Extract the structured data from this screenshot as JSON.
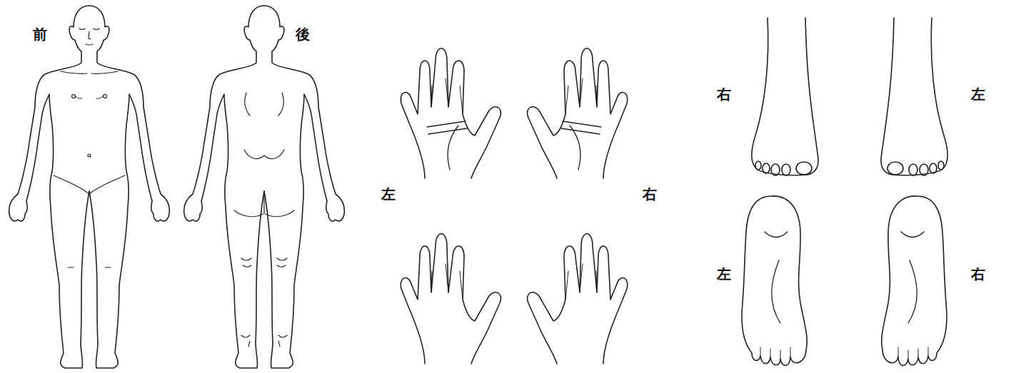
{
  "diagram": {
    "labels": [
      "前",
      "後",
      "左",
      "右",
      "右",
      "左",
      "左",
      "右"
    ]
  }
}
